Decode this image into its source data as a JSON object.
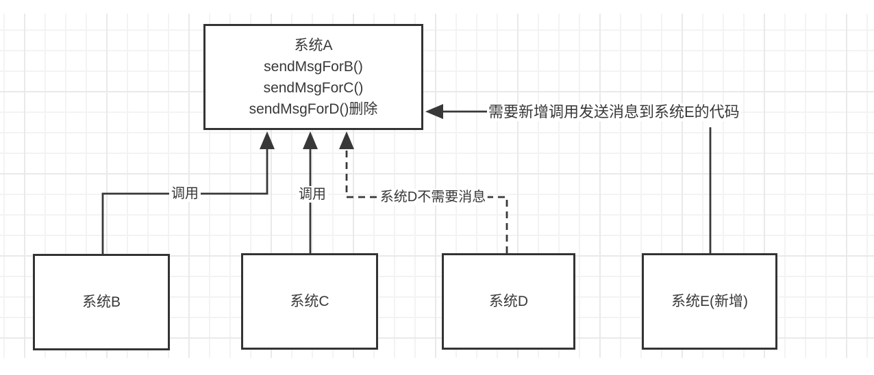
{
  "diagram": {
    "system_a": {
      "title": "系统A",
      "methods": [
        "sendMsgForB()",
        "sendMsgForC()",
        "sendMsgForD()删除"
      ]
    },
    "system_b": {
      "label": "系统B"
    },
    "system_c": {
      "label": "系统C"
    },
    "system_d": {
      "label": "系统D"
    },
    "system_e": {
      "label": "系统E(新增)"
    },
    "edge_b_label": "调用",
    "edge_c_label": "调用",
    "edge_d_label": "系统D不需要消息",
    "annotation": "需要新增调用发送消息到系统E的代码"
  },
  "colors": {
    "background": "#ffffff",
    "line": "#383838",
    "text": "#383838",
    "node_border": "#333333",
    "node_fill": "#ffffff",
    "grid_minor": "#f3f3f3",
    "grid_major": "#e9e9e9"
  }
}
